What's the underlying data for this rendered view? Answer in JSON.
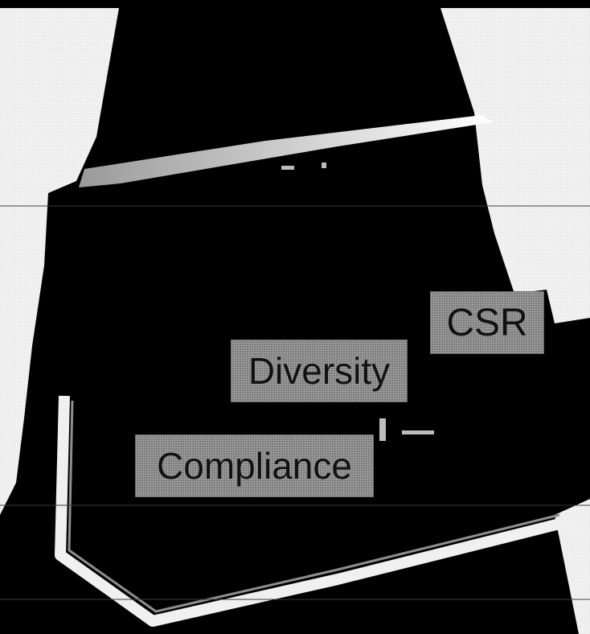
{
  "labels": {
    "csr": "CSR",
    "diversity": "Diversity",
    "compliance": "Compliance"
  },
  "colors": {
    "background": "#000000",
    "panel": "#ffffff",
    "label_fill": "#8c8c8c",
    "label_text": "#111111"
  }
}
